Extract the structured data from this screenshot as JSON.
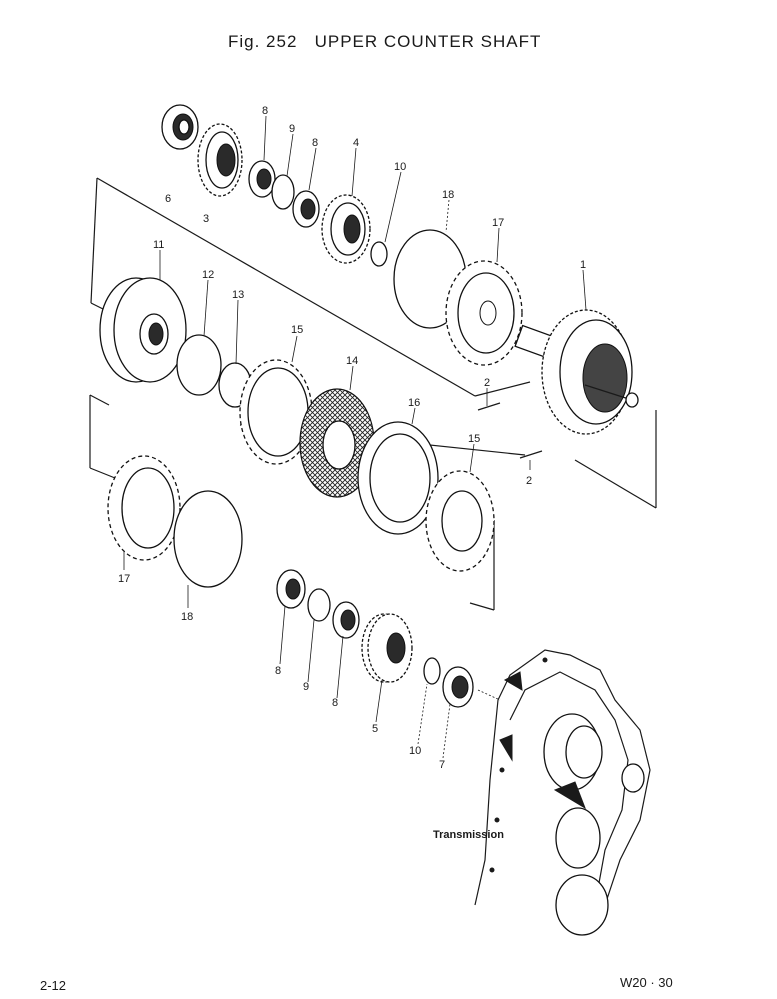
{
  "header": {
    "title": "Fig. 252   UPPER COUNTER SHAFT"
  },
  "footer": {
    "page_number": "2-12",
    "model": "W20 · 30"
  },
  "callouts": {
    "c1": "1",
    "c2a": "2",
    "c2b": "2",
    "c3": "3",
    "c4": "4",
    "c5": "5",
    "c6": "6",
    "c7": "7",
    "c8a": "8",
    "c8b": "8",
    "c8c": "8",
    "c8d": "8",
    "c9a": "9",
    "c9b": "9",
    "c10a": "10",
    "c10b": "10",
    "c11": "11",
    "c12": "12",
    "c13": "13",
    "c14": "14",
    "c15a": "15",
    "c15b": "15",
    "c16": "16",
    "c17a": "17",
    "c17b": "17",
    "c18a": "18",
    "c18b": "18"
  },
  "transmission_label": "Transmission"
}
